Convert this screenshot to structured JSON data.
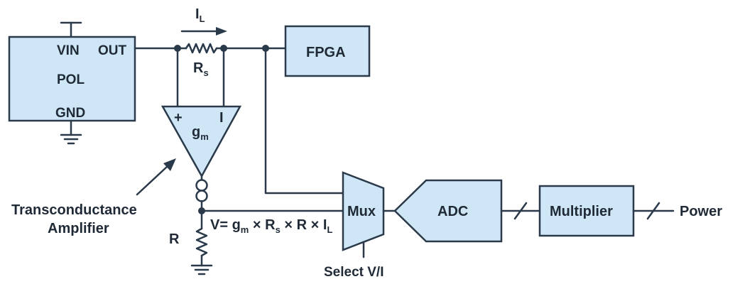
{
  "pol": {
    "vin": "VIN",
    "out": "OUT",
    "name": "POL",
    "gnd": "GND"
  },
  "current": {
    "main": "I",
    "sub": "L"
  },
  "rs": {
    "main": "R",
    "sub": "s"
  },
  "fpga": "FPGA",
  "amp": {
    "plus": "+",
    "minus": "I",
    "gm_main": "g",
    "gm_sub": "m"
  },
  "amp_label": {
    "line1": "Transconductance",
    "line2": "Amplifier"
  },
  "resistor_r": "R",
  "formula": {
    "v": "V= g",
    "gm_sub": "m",
    "x1": " × R",
    "rs_sub": "s",
    "x2": " × R × I",
    "il_sub": "L"
  },
  "mux": "Mux",
  "select": "Select V/I",
  "adc": "ADC",
  "multiplier": "Multiplier",
  "power": "Power"
}
